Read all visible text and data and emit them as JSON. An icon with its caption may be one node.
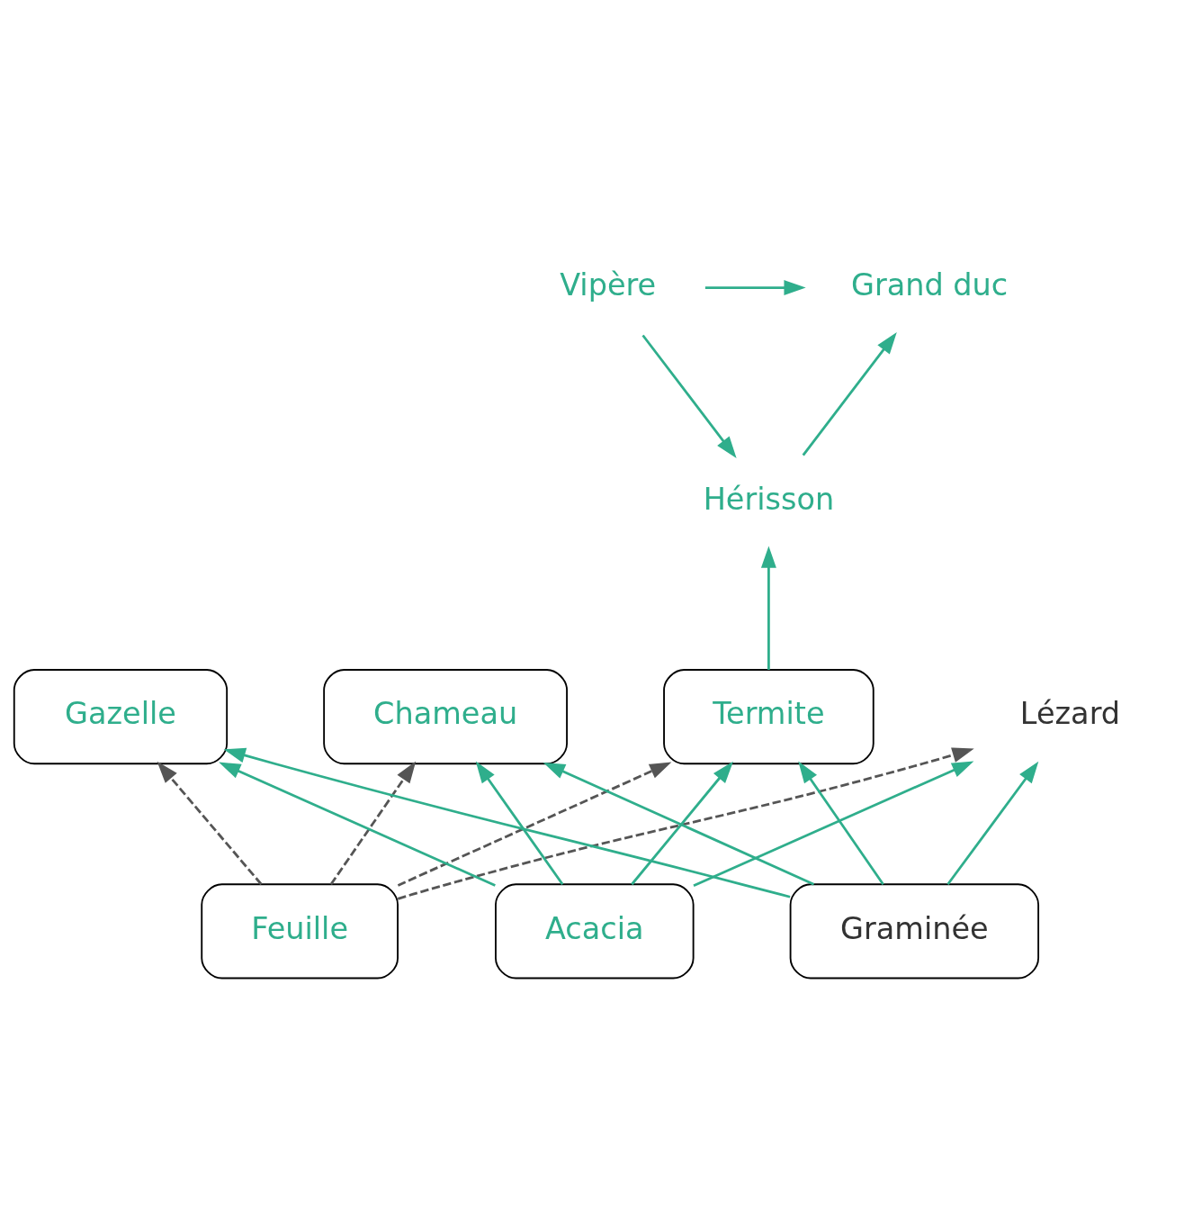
{
  "diagram": {
    "nodes": [
      {
        "text": [
          "Hérisson"
        ]
      },
      {
        "text": [
          "Vipère"
        ]
      },
      {
        "text": [
          "Grand duc"
        ]
      },
      {
        "text": [
          "Lézard"
        ]
      },
      {
        "text": [
          "Gazelle"
        ]
      },
      {
        "text": [
          "Termite"
        ]
      },
      {
        "text": [
          "Chameau"
        ]
      },
      {
        "text": [
          "Feuille"
        ]
      },
      {
        "text": [
          "Acacia"
        ]
      },
      {
        "text": [
          "Graminée"
        ]
      }
    ],
    "edges": [
      {
        "from": 1,
        "to": 0,
        "arrow": "to"
      },
      {
        "from": 1,
        "to": 2,
        "arrow": "to"
      },
      {
        "from": 0,
        "to": 2,
        "arrow": "to"
      },
      {
        "from": 5,
        "to": 0,
        "arrow": "to"
      },
      {
        "from": 7,
        "to": 5,
        "arrow": "to",
        "style": "dashed",
        "color": "#555555"
      },
      {
        "from": 7,
        "to": 3,
        "arrow": "to",
        "style": "dashed",
        "color": "#555555"
      },
      {
        "from": 7,
        "to": 4,
        "arrow": "to",
        "style": "dashed",
        "color": "#555555"
      },
      {
        "from": 7,
        "to": 6,
        "arrow": "to",
        "style": "dashed",
        "color": "#555555"
      },
      {
        "from": 8,
        "to": 5,
        "arrow": "to"
      },
      {
        "from": 8,
        "to": 3,
        "arrow": "to"
      },
      {
        "from": 8,
        "to": 4,
        "arrow": "to"
      },
      {
        "from": 8,
        "to": 6,
        "arrow": "to"
      },
      {
        "from": 9,
        "to": 5,
        "arrow": "to"
      },
      {
        "from": 9,
        "to": 3,
        "arrow": "to"
      },
      {
        "from": 9,
        "to": 4,
        "arrow": "to"
      },
      {
        "from": 9,
        "to": 6,
        "arrow": "to"
      }
    ]
  }
}
